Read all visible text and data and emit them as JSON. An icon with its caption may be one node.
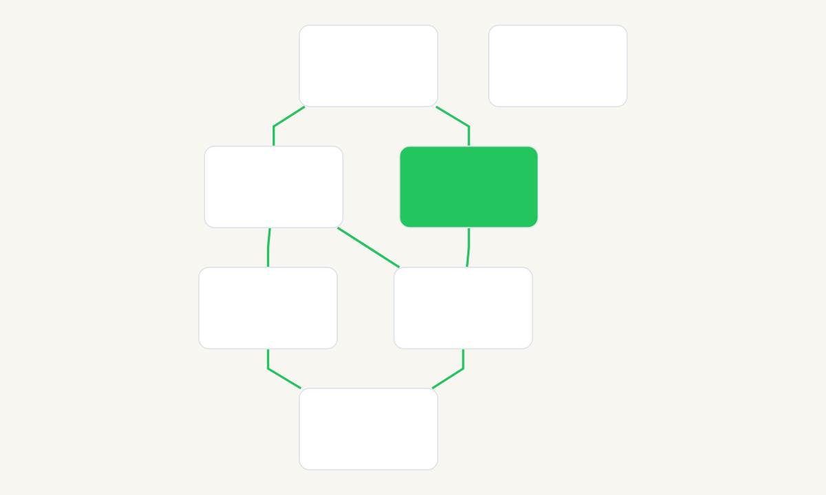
{
  "diagram": {
    "nodes": [
      {
        "text": [],
        "shape": "box"
      },
      {
        "text": [],
        "shape": "box"
      },
      {
        "text": [],
        "shape": "box"
      },
      {
        "text": [],
        "shape": "box"
      },
      {
        "text": [],
        "shape": "box"
      },
      {
        "text": [],
        "shape": "box"
      },
      {
        "text": [],
        "shape": "box"
      }
    ],
    "edges": [
      {
        "from": 0,
        "to": 1,
        "arrow": "none"
      },
      {
        "from": 1,
        "to": 2,
        "arrow": "none"
      },
      {
        "from": 0,
        "to": 3,
        "arrow": "none"
      },
      {
        "from": 1,
        "to": 4,
        "arrow": "none"
      },
      {
        "from": 2,
        "to": 5,
        "arrow": "none"
      },
      {
        "from": 3,
        "to": 4,
        "arrow": "none"
      },
      {
        "from": 4,
        "to": 5,
        "arrow": "none"
      }
    ]
  }
}
